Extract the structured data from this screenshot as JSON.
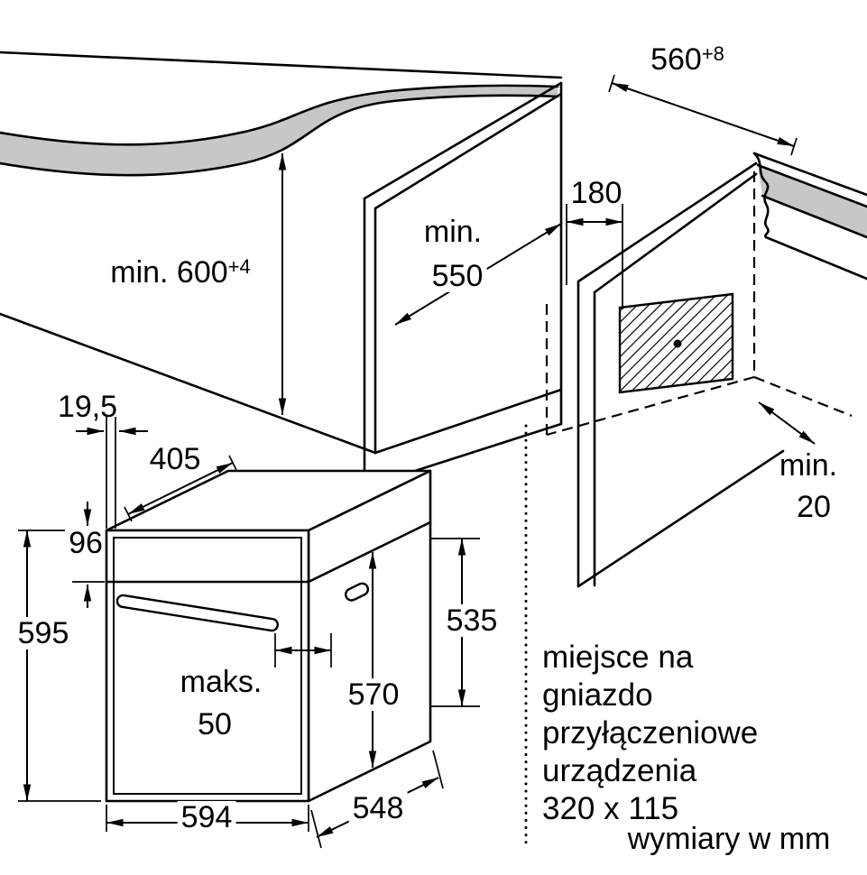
{
  "dimensions": {
    "niche_width": {
      "value": "560",
      "tolerance": "+8"
    },
    "niche_height": {
      "value": "min. 600",
      "tolerance": "+4"
    },
    "niche_depth": {
      "line1": "min.",
      "line2": "550"
    },
    "socket_offset": "180",
    "rear_gap": {
      "line1": "min.",
      "line2": "20"
    },
    "front_frame": "19,5",
    "top_depth": "405",
    "control_panel_height": "96",
    "appliance_height": "595",
    "rear_height": "535",
    "body_height": "570",
    "handle_clearance": {
      "line1": "maks.",
      "line2": "50"
    },
    "appliance_width": "594",
    "appliance_depth": "548"
  },
  "notes": {
    "socket_note_lines": [
      "miejsce na",
      "gniazdo",
      "przyłączeniowe",
      "urządzenia",
      "320 x 115"
    ],
    "units_note": "wymiary w mm"
  }
}
